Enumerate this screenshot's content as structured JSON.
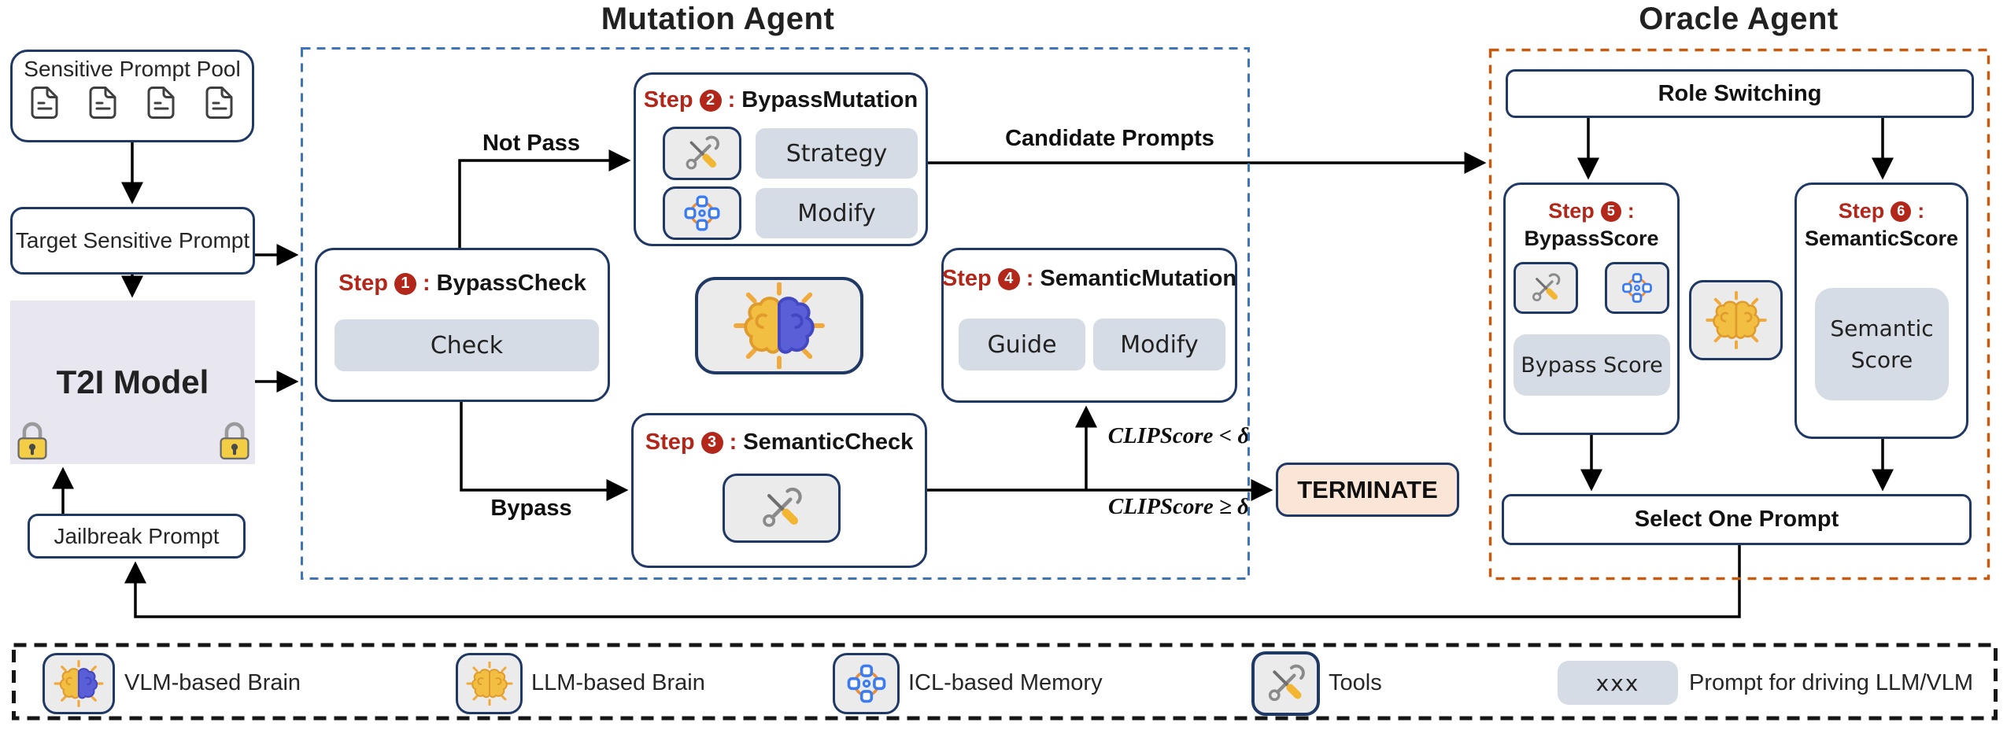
{
  "left": {
    "pool_label": "Sensitive Prompt Pool",
    "target_label": "Target Sensitive Prompt",
    "t2i_label": "T2I Model",
    "jailbreak_label": "Jailbreak Prompt"
  },
  "mutation": {
    "title": "Mutation Agent",
    "step_word": "Step",
    "colon": ":",
    "step1": {
      "num": "1",
      "name": "BypassCheck",
      "check_label": "Check"
    },
    "step2": {
      "num": "2",
      "name": "BypassMutation",
      "strategy_label": "Strategy",
      "modify_label": "Modify"
    },
    "step3": {
      "num": "3",
      "name": "SemanticCheck"
    },
    "step4": {
      "num": "4",
      "name": "SemanticMutation",
      "guide_label": "Guide",
      "modify_label": "Modify"
    }
  },
  "edges": {
    "not_pass": "Not Pass",
    "bypass": "Bypass",
    "candidate_prompts": "Candidate Prompts",
    "clip_lt": "CLIPScore < δ",
    "clip_ge": "CLIPScore ≥ δ"
  },
  "terminate": {
    "label": "TERMINATE"
  },
  "oracle": {
    "title": "Oracle Agent",
    "step_word": "Step",
    "colon": ":",
    "role_switching": "Role Switching",
    "step5": {
      "num": "5",
      "name": "BypassScore",
      "score_label": "Bypass Score"
    },
    "step6": {
      "num": "6",
      "name": "SemanticScore",
      "score_line1": "Semantic",
      "score_line2": "Score"
    },
    "select_label": "Select One Prompt"
  },
  "legend": {
    "items": [
      {
        "icon": "vlm-brain-icon",
        "label": "VLM-based Brain"
      },
      {
        "icon": "llm-brain-icon",
        "label": "LLM-based Brain"
      },
      {
        "icon": "memory-icon",
        "label": "ICL-based Memory"
      },
      {
        "icon": "tools-icon",
        "label": "Tools"
      }
    ],
    "prompt_chip": "xxx",
    "prompt_label": "Prompt for driving LLM/VLM"
  },
  "colors": {
    "box_border": "#1f3864",
    "mutation_dash": "#3f74b8",
    "oracle_dash": "#c55a11",
    "legend_dash": "#161616",
    "step_red": "#b3261a",
    "button_gray": "#d6dce5",
    "icon_gray": "#ebebeb",
    "t2i_fill": "#e8e6ee",
    "terminate_fill": "#fbe5d6"
  }
}
